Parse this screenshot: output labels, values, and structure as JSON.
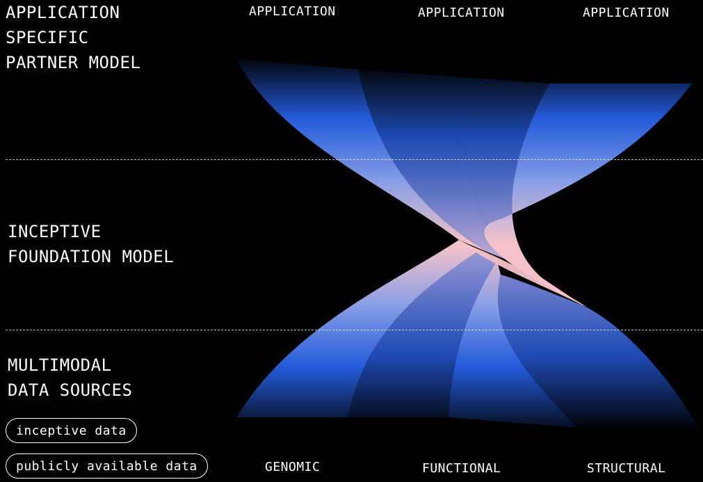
{
  "layers": {
    "top": [
      "APPLICATION",
      "SPECIFIC",
      "PARTNER MODEL"
    ],
    "middle": [
      "INCEPTIVE",
      "FOUNDATION MODEL"
    ],
    "bottom": [
      "MULTIMODAL",
      "DATA SOURCES"
    ]
  },
  "top_columns": [
    "APPLICATION",
    "APPLICATION",
    "APPLICATION"
  ],
  "bottom_columns": [
    "GENOMIC",
    "FUNCTIONAL",
    "STRUCTURAL"
  ],
  "legend": {
    "inceptive": "inceptive data",
    "public": "publicly available data"
  },
  "colors": {
    "background": "#000000",
    "flow_blue": "#2a6bff",
    "flow_core": "#f4c2c8",
    "text": "#ffffff"
  }
}
